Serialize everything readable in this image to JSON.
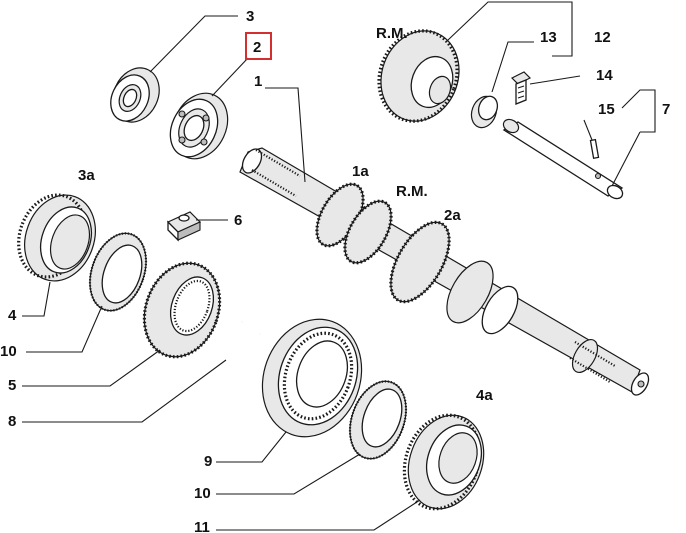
{
  "labels": {
    "l3": "3",
    "l2": "2",
    "l1": "1",
    "l3a": "3a",
    "l6": "6",
    "l4": "4",
    "l10a": "10",
    "l5": "5",
    "l8": "8",
    "l9": "9",
    "l10b": "10",
    "l11": "11",
    "l4a": "4a",
    "l1a": "1a",
    "l2a": "2a",
    "rm1": "R.M.",
    "rm2": "R.M.",
    "l13": "13",
    "l12": "12",
    "l14": "14",
    "l15": "15",
    "l7": "7"
  },
  "highlight": {
    "label_key": "l2",
    "color": "#d32f2f"
  },
  "colors": {
    "line": "#1a1a1a",
    "background": "#ffffff"
  }
}
